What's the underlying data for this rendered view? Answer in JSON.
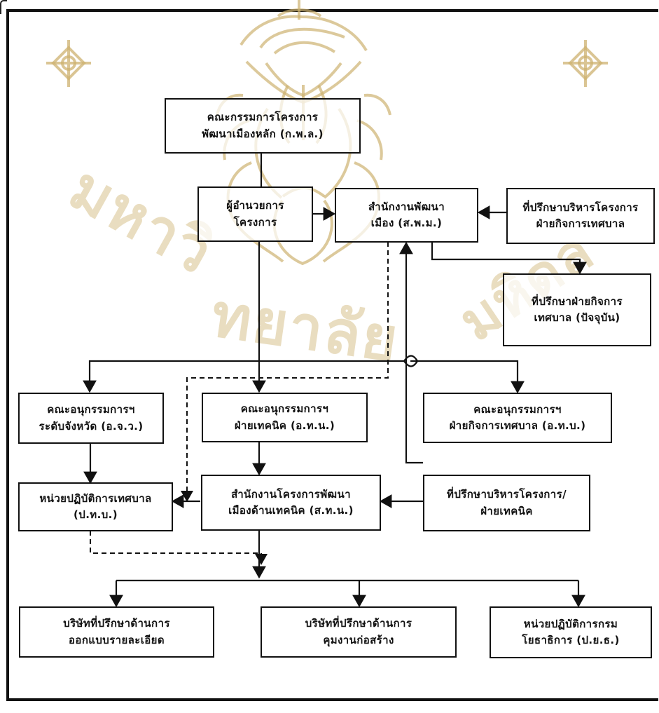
{
  "diagram": {
    "nodes": {
      "steering_committee": {
        "line1": "คณะกรรมการโครงการ",
        "line2": "พัฒนาเมืองหลัก (ก.พ.ล.)"
      },
      "project_director": {
        "line1": "ผู้อำนวยการ",
        "line2": "โครงการ"
      },
      "urban_dev_office": {
        "line1": "สำนักงานพัฒนา",
        "line2": "เมือง (ส.พ.ม.)"
      },
      "municipal_admin_advisor": {
        "line1": "ที่ปรึกษาบริหารโครงการ",
        "line2": "ฝ่ายกิจการเทศบาล"
      },
      "municipal_affairs_advisor": {
        "line1": "ที่ปรึกษาฝ่ายกิจการ",
        "line2": "เทศบาล (ปัจจุบัน)"
      },
      "provincial_subcommittee": {
        "line1": "คณะอนุกรรมการฯ",
        "line2": "ระดับจังหวัด (อ.จ.ว.)"
      },
      "technical_subcommittee": {
        "line1": "คณะอนุกรรมการฯ",
        "line2": "ฝ่ายเทคนิค (อ.ท.น.)"
      },
      "municipal_subcommittee": {
        "line1": "คณะอนุกรรมการฯ",
        "line2": "ฝ่ายกิจการเทศบาล (อ.ท.บ.)"
      },
      "municipal_operations_unit": {
        "line1": "หน่วยปฏิบัติการเทศบาล",
        "line2": "(ป.ท.บ.)"
      },
      "technical_project_office": {
        "line1": "สำนักงานโครงการพัฒนา",
        "line2": "เมืองด้านเทคนิค (ส.ท.น.)"
      },
      "technical_admin_advisor": {
        "line1": "ที่ปรึกษาบริหารโครงการ/",
        "line2": "ฝ่ายเทคนิค"
      },
      "detailed_design_consultant": {
        "line1": "บริษัทที่ปรึกษาด้านการ",
        "line2": "ออกแบบรายละเอียด"
      },
      "construction_supervision_consultant": {
        "line1": "บริษัทที่ปรึกษาด้านการ",
        "line2": "คุมงานก่อสร้าง"
      },
      "public_works_unit": {
        "line1": "หน่วยปฏิบัติการกรม",
        "line2": "โยธาธิการ (ป.ย.ธ.)"
      }
    }
  },
  "watermark": {
    "seal_icon": "university-seal-icon",
    "side_ornament_icon": "diamond-ornament-icon",
    "color": "#cdb270",
    "text_line1": "มหาวิ",
    "text_line2": "ทยาลัย",
    "text_line3": "มหิดล"
  }
}
